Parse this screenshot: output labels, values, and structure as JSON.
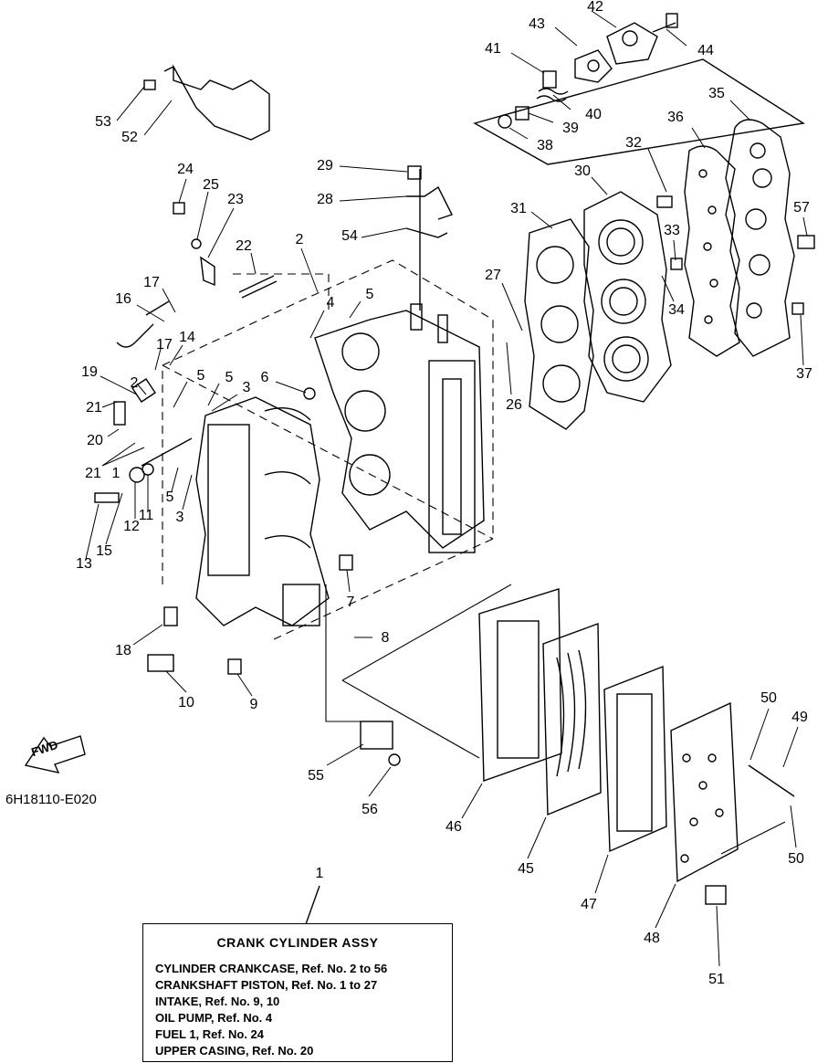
{
  "figure_code": "6H18110-E020",
  "fwd_label": "FWD",
  "legend": {
    "ref": "1",
    "title": "CRANK  CYLINDER ASSY",
    "lines": [
      "CYLINDER CRANKCASE,  Ref. No. 2 to 56",
      "CRANKSHAFT PISTON,  Ref. No. 1 to 27",
      "INTAKE,  Ref. No. 9, 10",
      "OIL PUMP,   Ref. No. 4",
      "FUEL 1,    Ref. No. 24",
      "UPPER CASING,  Ref. No. 20"
    ]
  },
  "callouts": [
    "42",
    "43",
    "44",
    "41",
    "40",
    "39",
    "38",
    "35",
    "36",
    "32",
    "30",
    "31",
    "33",
    "34",
    "57",
    "37",
    "53",
    "52",
    "24",
    "25",
    "23",
    "22",
    "2",
    "29",
    "28",
    "54",
    "27",
    "26",
    "17",
    "16",
    "4",
    "5",
    "17",
    "14",
    "5",
    "5",
    "6",
    "19",
    "2",
    "3",
    "21",
    "20",
    "21",
    "1",
    "5",
    "3",
    "12",
    "11",
    "15",
    "13",
    "7",
    "8",
    "18",
    "10",
    "9",
    "50",
    "49",
    "50",
    "55",
    "56",
    "46",
    "45",
    "47",
    "48",
    "51",
    "1"
  ]
}
